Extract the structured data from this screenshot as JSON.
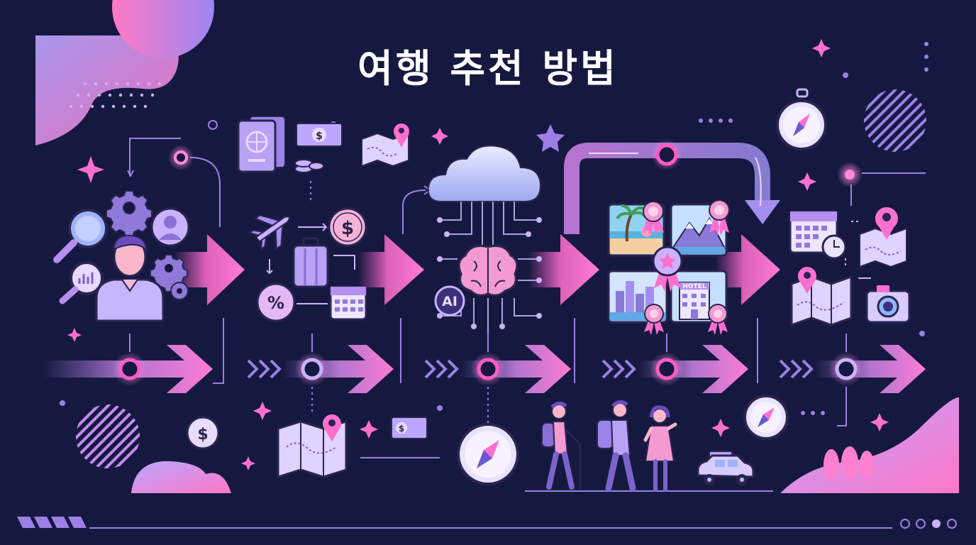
{
  "title": "여행 추천 방법",
  "ai_badge": "AI",
  "hotel_sign": "HOTEL",
  "currency_symbol": "$",
  "discount_symbol": "%",
  "colors": {
    "background": "#16193f",
    "pink": "#ff5cc4",
    "violet": "#9b7fe6",
    "lavender": "#c9b2ff",
    "outline": "#2a2450"
  },
  "pagination": {
    "pages": 4,
    "active": 3
  },
  "stages": [
    {
      "name": "user-analysis",
      "icons": [
        "magnifier-icon",
        "gear-icon",
        "user-icon",
        "chart-magnifier-icon",
        "person-icon"
      ]
    },
    {
      "name": "travel-planning",
      "icons": [
        "passport-icon",
        "banknote-icon",
        "map-pin-icon",
        "airplane-icon",
        "suitcase-icon",
        "dollar-coin-icon",
        "discount-icon",
        "calendar-icon"
      ]
    },
    {
      "name": "ai-processing",
      "icons": [
        "cloud-icon",
        "brain-icon",
        "ai-chip-icon"
      ]
    },
    {
      "name": "destination-recommendation",
      "icons": [
        "beach-photo-icon",
        "mountain-photo-icon",
        "city-photo-icon",
        "hotel-photo-icon",
        "award-badge-icon"
      ]
    },
    {
      "name": "itinerary",
      "icons": [
        "calendar-clock-icon",
        "map-pin-icon",
        "folded-map-icon",
        "camera-icon"
      ]
    }
  ]
}
